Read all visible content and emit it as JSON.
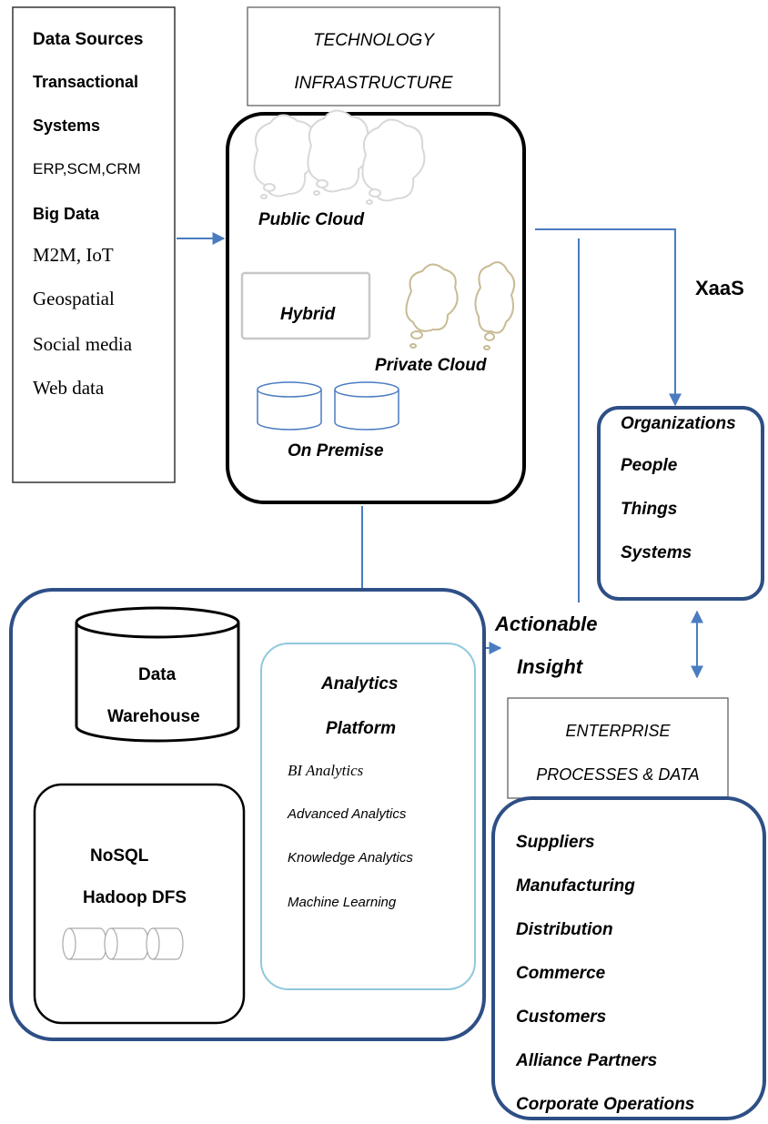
{
  "data_sources": {
    "title": "Data Sources",
    "transactional_line1": "Transactional",
    "transactional_line2": "Systems",
    "erp": "ERP,SCM,CRM",
    "big_data": "Big Data",
    "m2m": "M2M, IoT",
    "geospatial": "Geospatial",
    "social": "Social media",
    "web": "Web data"
  },
  "tech_infra": {
    "line1": "TECHNOLOGY",
    "line2": "INFRASTRUCTURE"
  },
  "cloud_box": {
    "public_cloud": "Public Cloud",
    "hybrid": "Hybrid",
    "private_cloud": "Private Cloud",
    "on_premise": "On Premise"
  },
  "xaas": "XaaS",
  "organizations_box": {
    "items": [
      "Organizations",
      "People",
      "Things",
      "Systems"
    ]
  },
  "actionable": {
    "line1": "Actionable",
    "line2": "Insight"
  },
  "analytics_group": {
    "data_warehouse_line1": "Data",
    "data_warehouse_line2": "Warehouse",
    "nosql": "NoSQL",
    "hadoop": "Hadoop DFS",
    "analytics_title_line1": "Analytics",
    "analytics_title_line2": "Platform",
    "analytics_items": [
      "BI Analytics",
      "Advanced Analytics",
      "Knowledge Analytics",
      "Machine Learning"
    ]
  },
  "enterprise": {
    "line1": "ENTERPRISE",
    "line2": "PROCESSES & DATA",
    "items": [
      "Suppliers",
      "Manufacturing",
      "Distribution",
      "Commerce",
      "Customers",
      "Alliance Partners",
      "Corporate Operations"
    ]
  },
  "colors": {
    "connector_blue": "#4a7cc0",
    "frame_navy": "#2e4f86",
    "analytics_border": "#8fc8dc",
    "cloud_gray": "#d8d8d8",
    "cloud_tan": "#c8bb94",
    "hybrid_border": "#c8c8c8"
  }
}
